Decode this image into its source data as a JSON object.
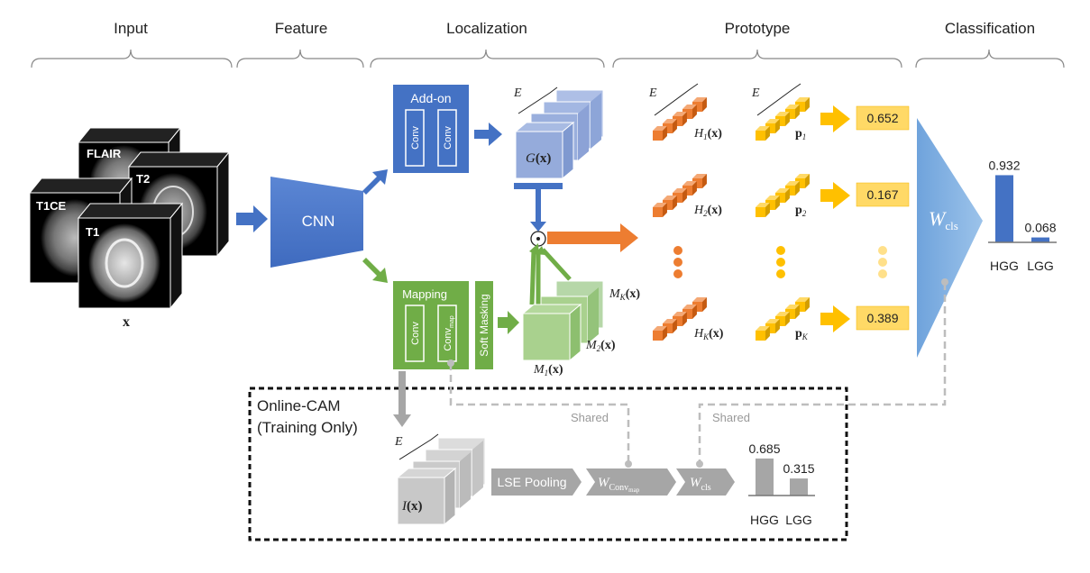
{
  "stages": {
    "input": "Input",
    "feature": "Feature",
    "localization": "Localization",
    "prototype": "Prototype",
    "classification": "Classification"
  },
  "input": {
    "modalities": [
      "FLAIR",
      "T2",
      "T1CE",
      "T1"
    ],
    "x_label": "x"
  },
  "cnn_label": "CNN",
  "addon": {
    "title": "Add-on",
    "conv1": "Conv",
    "conv2": "Conv"
  },
  "mapping": {
    "title": "Mapping",
    "conv": "Conv",
    "conv_map": "Conv",
    "conv_map_sub": "map"
  },
  "soft_masking": "Soft Masking",
  "g_label": "G",
  "e_label": "E",
  "x_arg": "(x)",
  "odot": "⊙",
  "masks": {
    "mk": "M",
    "mk_sub": "K",
    "m2": "M",
    "m2_sub": "2",
    "m1": "M",
    "m1_sub": "1"
  },
  "prototype": {
    "h": "H",
    "h_subs": [
      "1",
      "2",
      "K"
    ],
    "p": "p",
    "p_subs": [
      "1",
      "2",
      "K"
    ],
    "scores": [
      "0.652",
      "0.167",
      "0.389"
    ]
  },
  "w_cls": "W",
  "w_cls_sub": "cls",
  "final_chart": {
    "categories": [
      "HGG",
      "LGG"
    ],
    "values": [
      0.932,
      0.068
    ],
    "value_labels": [
      "0.932",
      "0.068"
    ]
  },
  "online_cam": {
    "title_line1": "Online-CAM",
    "title_line2": "(Training Only)",
    "i_label": "I",
    "lse": "LSE Pooling",
    "w_conv": "W",
    "w_conv_sub": "Conv",
    "w_conv_subsub": "map",
    "w_cls": "W",
    "w_cls_sub": "cls",
    "shared1": "Shared",
    "shared2": "Shared"
  },
  "cam_chart": {
    "categories": [
      "HGG",
      "LGG"
    ],
    "values": [
      0.685,
      0.315
    ],
    "value_labels": [
      "0.685",
      "0.315"
    ]
  },
  "colors": {
    "blue": "#4472c4",
    "blue_light": "#9fb4e0",
    "green": "#70ad47",
    "green_light": "#a9d18e",
    "orange": "#ed7d31",
    "yellow": "#ffc000",
    "score_bg": "#ffd966",
    "gray": "#a6a6a6",
    "gray_light": "#d0d0d0"
  }
}
